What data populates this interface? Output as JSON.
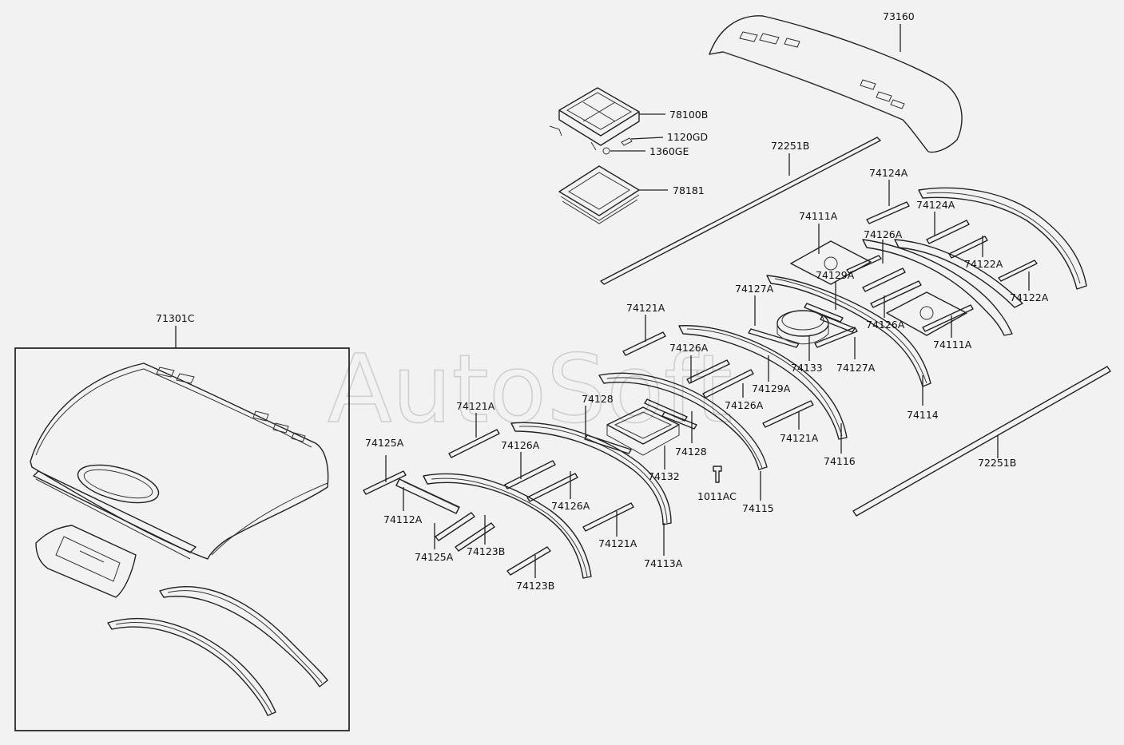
{
  "watermark": "AutoSoft",
  "labels": {
    "p73160": "73160",
    "p78100B": "78100B",
    "p1120GD": "1120GD",
    "p1360GE": "1360GE",
    "p78181": "78181",
    "p72251B_top": "72251B",
    "p74124A_a": "74124A",
    "p74124A_b": "74124A",
    "p74111A_a": "74111A",
    "p74126A_a": "74126A",
    "p74122A_a": "74122A",
    "p74129A_a": "74129A",
    "p74122A_b": "74122A",
    "p74127A_a": "74127A",
    "p74121A_a": "74121A",
    "p74126A_b": "74126A",
    "p74111A_b": "74111A",
    "p71301C": "71301C",
    "p74126A_c": "74126A",
    "p74133": "74133",
    "p74127A_b": "74127A",
    "p74129A_b": "74129A",
    "p74114": "74114",
    "p74121A_b": "74121A",
    "p74128_a": "74128",
    "p74126A_d": "74126A",
    "p74121A_c": "74121A",
    "p74125A_a": "74125A",
    "p74126A_e": "74126A",
    "p74128_b": "74128",
    "p74116": "74116",
    "p72251B_right": "72251B",
    "p74132": "74132",
    "p1011AC": "1011AC",
    "p74126A_f": "74126A",
    "p74115": "74115",
    "p74112A": "74112A",
    "p74121A_d": "74121A",
    "p74125A_b": "74125A",
    "p74123B_a": "74123B",
    "p74113A": "74113A",
    "p74123B_b": "74123B"
  }
}
